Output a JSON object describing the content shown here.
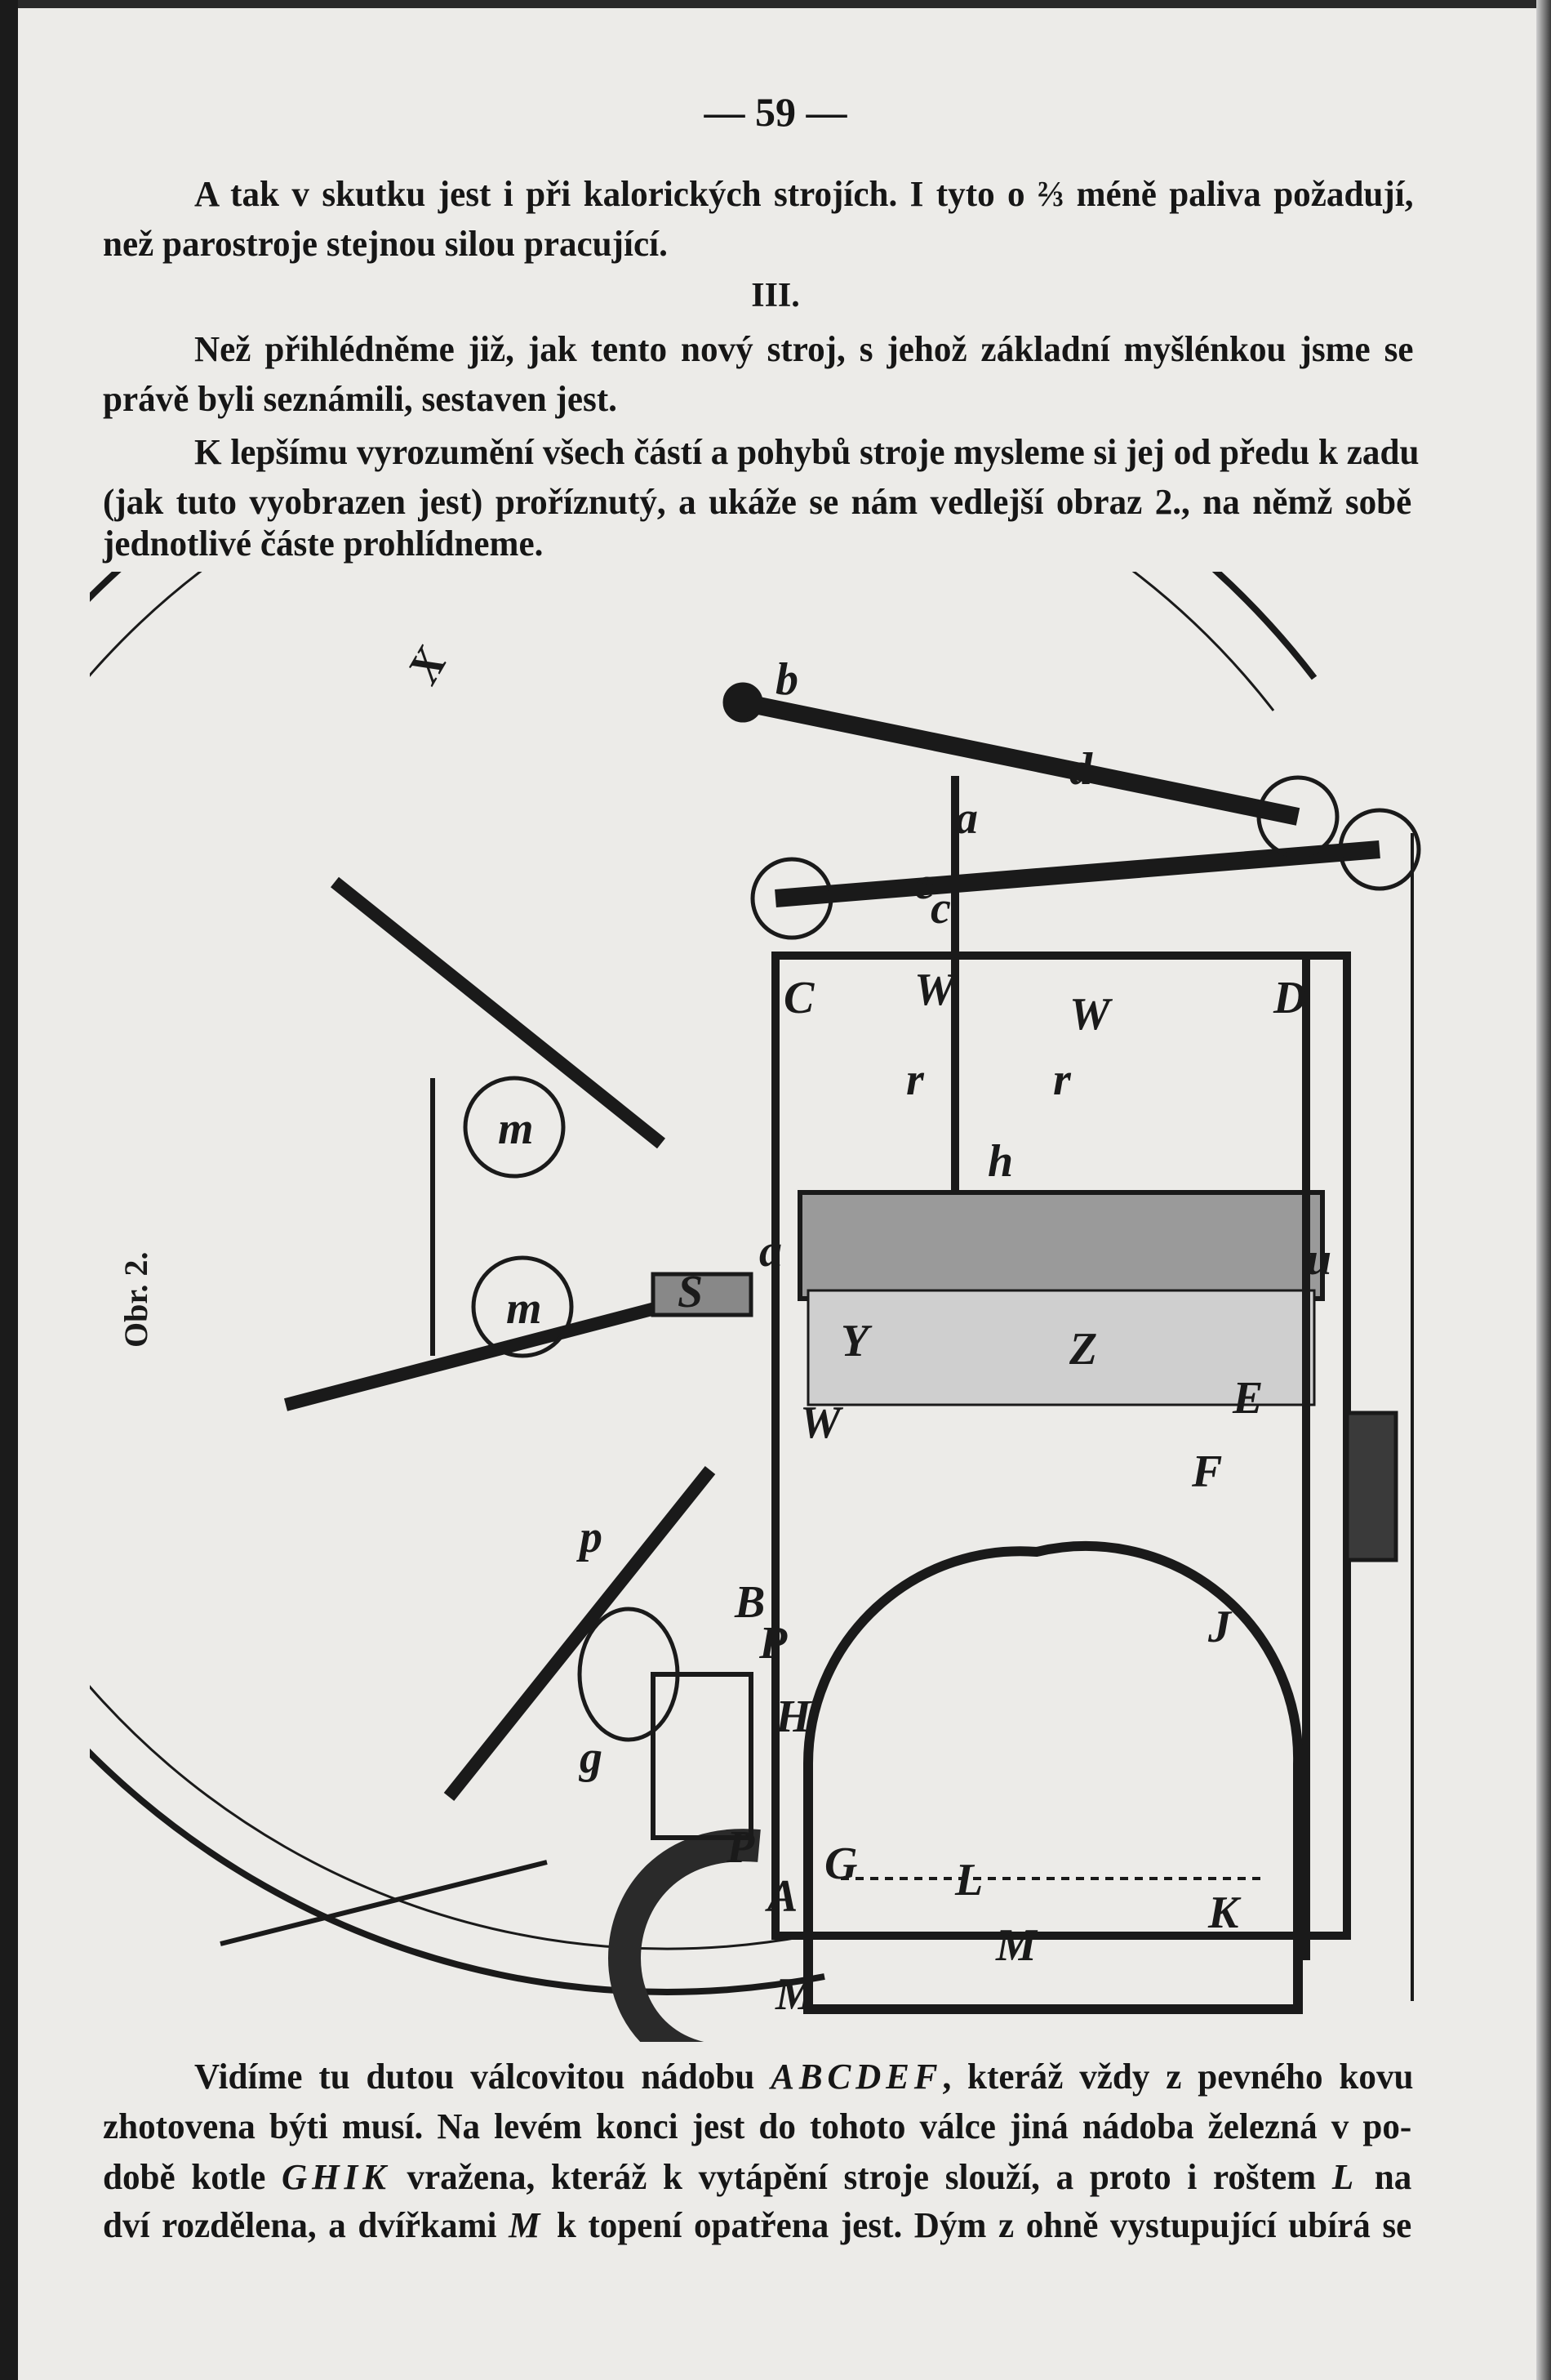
{
  "page_number": "— 59 —",
  "para1": [
    "A tak v skutku jest i při kalorických strojích. I tyto o ⅔ méně paliva požadují,",
    "než parostroje stejnou silou pracující."
  ],
  "section_heading": "III.",
  "para2": [
    "Než přihlédněme již, jak tento nový stroj, s jehož základní myšlénkou jsme se",
    "právě byli seznámili, sestaven jest."
  ],
  "para3": [
    "K lepšímu vyrozumění všech částí a pohybů stroje mysleme si jej od předu k zadu",
    "(jak tuto vyobrazen jest) proříznutý, a ukáže se nám vedlejší obraz 2., na němž sobě",
    "jednotlivé částe prohlídneme."
  ],
  "figure": {
    "caption": "Obr. 2.",
    "labels": [
      "X",
      "m",
      "m",
      "b",
      "d",
      "a",
      "e",
      "c",
      "C",
      "D",
      "W",
      "W",
      "r",
      "r",
      "h",
      "a",
      "u",
      "Y",
      "Z",
      "S",
      "E",
      "F",
      "W",
      "B",
      "P",
      "P",
      "H",
      "J",
      "K",
      "A",
      "G",
      "M",
      "L",
      "M",
      "g",
      "p"
    ]
  },
  "para4": {
    "l1a": "Vidíme tu dutou válcovitou nádobu ",
    "l1b": "ABCDEF",
    "l1c": ", kteráž vždy z pevného kovu",
    "l2": "zhotovena býti musí. Na levém konci jest do tohoto válce jiná nádoba železná v po-",
    "l3a": "době kotle ",
    "l3b": "GHIK",
    "l3c": " vražena, kteráž k vytápění stroje slouží, a proto i roštem ",
    "l3d": "L",
    "l3e": " na",
    "l4a": "dví rozdělena, a dvířkami ",
    "l4b": "M",
    "l4c": " k topení opatřena jest. Dým z ohně vystupující ubírá se"
  }
}
